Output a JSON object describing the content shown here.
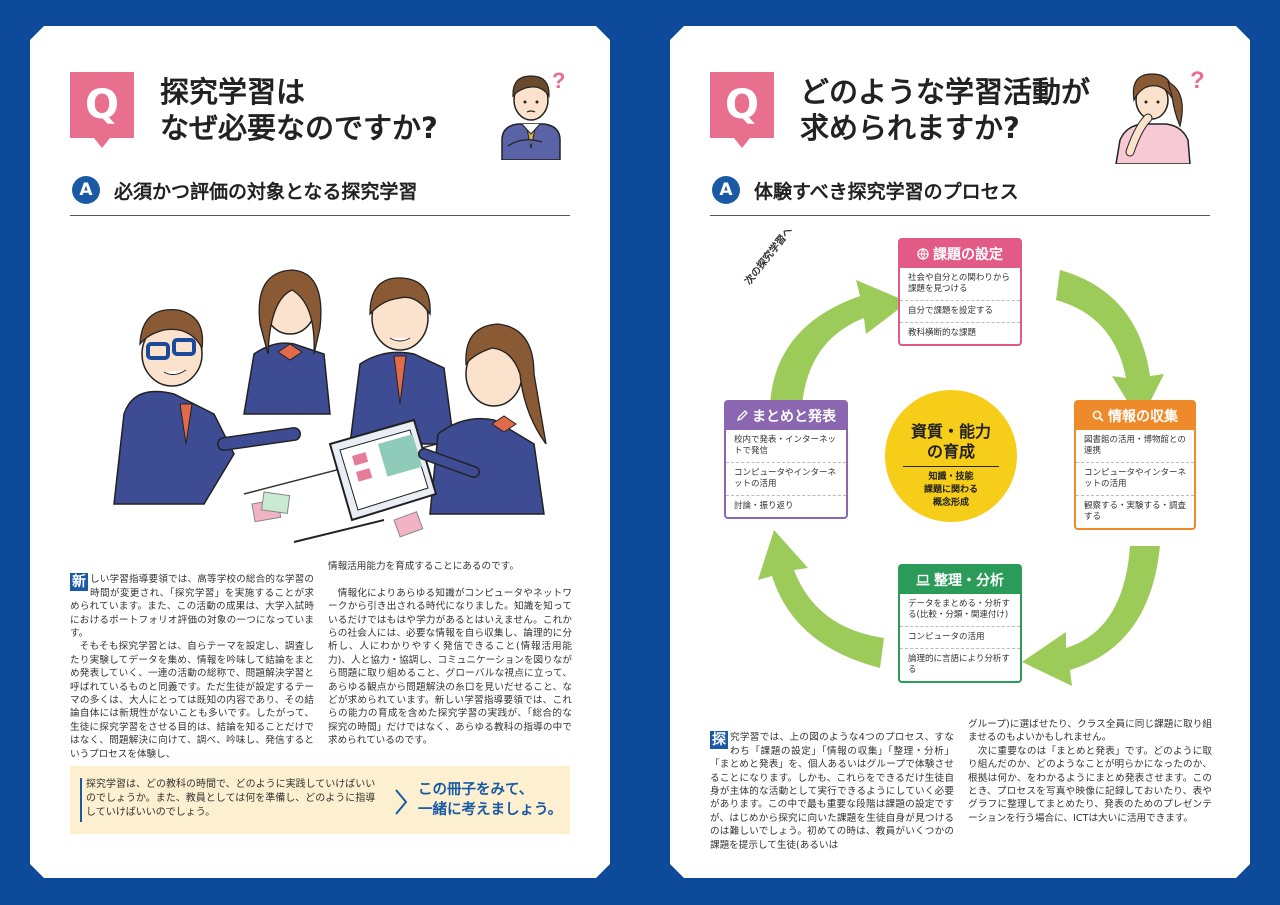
{
  "left_page": {
    "question": {
      "badge": "Q",
      "line1": "探究学習は",
      "line2": "なぜ必要なのですか?"
    },
    "answer": {
      "badge": "A",
      "title": "必須かつ評価の対象となる探究学習"
    },
    "body_col1": {
      "dropcap": "新",
      "text": "しい学習指導要領では、高等学校の総合的な学習の時間が変更され、「探究学習」を実施することが求められています。また、この活動の成果は、大学入試時におけるポートフォリオ評価の対象の一つになっています。\n　そもそも探究学習とは、自らテーマを設定し、調査したり実験してデータを集め、情報を吟味して結論をまとめ発表していく、一連の活動の総称で、問題解決学習と呼ばれているものと同義です。ただ生徒が設定するテーマの多くは、大人にとっては既知の内容であり、その結論自体には新規性がないことも多いです。したがって、生徒に探究学習をさせる目的は、結論を知ることだけではなく、問題解決に向けて、調べ、吟味し、発信するというプロセスを体験し、"
    },
    "body_col2": {
      "text": "情報活用能力を育成することにあるのです。\n\n　情報化によりあらゆる知識がコンピュータやネットワークから引き出される時代になりました。知識を知っているだけではもはや学力があるとはいえません。これからの社会人には、必要な情報を自ら収集し、論理的に分析し、人にわかりやすく発信できること(情報活用能力)、人と協力・協調し、コミュニケーションを図りながら問題に取り組めること、グローバルな視点に立って、あらゆる観点から問題解決の糸口を見いだせること、などが求められています。新しい学習指導要領では、これらの能力の育成を含めた探究学習の実践が、「総合的な探究の時間」だけではなく、あらゆる教科の指導の中で求められているのです。"
    },
    "note": {
      "text": "探究学習は、どの教科の時間で、どのように実践していけばいいのでしょうか。また、教員としては何を準備し、どのように指導していけばいいのでしょう。",
      "call_line1": "この冊子をみて、",
      "call_line2": "一緒に考えましょう。"
    }
  },
  "right_page": {
    "question": {
      "badge": "Q",
      "line1": "どのような学習活動が",
      "line2": "求められますか?"
    },
    "answer": {
      "badge": "A",
      "title": "体験すべき探究学習のプロセス"
    },
    "cycle_label": "次の探究学習へ",
    "center": {
      "title_line1": "資質・能力",
      "title_line2": "の育成",
      "sub_line1": "知識・技能",
      "sub_line2": "課題に関わる",
      "sub_line3": "概念形成"
    },
    "cards": {
      "setting": {
        "title": "課題の設定",
        "color": "#e25a86",
        "items": [
          "社会や自分との関わりから課題を見つける",
          "自分で課題を設定する",
          "教科横断的な課題"
        ]
      },
      "collect": {
        "title": "情報の収集",
        "color": "#ee8a2a",
        "items": [
          "図書館の活用・博物館との連携",
          "コンピュータやインターネットの活用",
          "観察する・実験する・調査する"
        ]
      },
      "analyze": {
        "title": "整理・分析",
        "color": "#2b9b5a",
        "items": [
          "データをまとめる・分析する(比較・分類・関連付け)",
          "コンピュータの活用",
          "論理的に言語により分析する"
        ]
      },
      "present": {
        "title": "まとめと発表",
        "color": "#8a67b0",
        "items": [
          "校内で発表・インターネットで発信",
          "コンピュータやインターネットの活用",
          "討論・振り返り"
        ]
      }
    },
    "body_col1": {
      "dropcap": "探",
      "text": "究学習では、上の図のような4つのプロセス、すなわち「課題の設定」「情報の収集」「整理・分析」「まとめと発表」を、個人あるいはグループで体験させることになります。しかも、これらをできるだけ生徒自身が主体的な活動として実行できるようにしていく必要があります。この中で最も重要な段階は課題の設定ですが、はじめから探究に向いた課題を生徒自身が見つけるのは難しいでしょう。初めての時は、教員がいくつかの課題を提示して生徒(あるいは"
    },
    "body_col2": {
      "text": "グループ)に選ばせたり、クラス全員に同じ課題に取り組ませるのもよいかもしれません。\n　次に重要なのは「まとめと発表」です。どのように取り組んだのか、どのようなことが明らかになったのか、根拠は何か、をわかるようにまとめ発表させます。このとき、プロセスを写真や映像に記録しておいたり、表やグラフに整理してまとめたり、発表のためのプレゼンテーションを行う場合に、ICTは大いに活用できます。"
    }
  }
}
